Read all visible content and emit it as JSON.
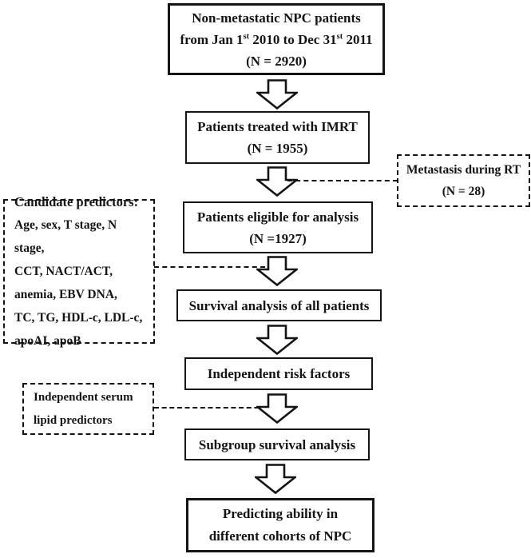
{
  "colors": {
    "stroke": "#141414",
    "background": "#ffffff",
    "text": "#141414"
  },
  "flowchart": {
    "box_source": {
      "line1": "Non-metastatic NPC patients",
      "line2_pre": "from Jan 1",
      "line2_sup1": "st",
      "line2_mid": " 2010 to Dec 31",
      "line2_sup2": "st",
      "line2_post": " 2011",
      "line3": "(N = 2920)"
    },
    "box_imrt": {
      "line1": "Patients treated with IMRT",
      "line2": "(N = 1955)"
    },
    "box_metastasis": {
      "line1": "Metastasis during RT",
      "line2": "(N = 28)"
    },
    "box_eligible": {
      "line1": "Patients eligible for analysis",
      "line2": "(N =1927)"
    },
    "box_candidate": {
      "heading": "Candidate predictors:",
      "lines": [
        "Age, sex, T stage, N stage,",
        "CCT, NACT/ACT,",
        "anemia, EBV DNA,",
        "TC, TG, HDL-c, LDL-c,",
        "apoAI, apoB"
      ]
    },
    "box_survival": {
      "line1": "Survival analysis of all patients"
    },
    "box_risk": {
      "line1": "Independent risk factors"
    },
    "box_serum": {
      "line1": "Independent serum",
      "line2": "lipid predictors"
    },
    "box_subgroup": {
      "line1": "Subgroup survival analysis"
    },
    "box_predict": {
      "line1": "Predicting ability in",
      "line2": "different cohorts of NPC"
    }
  }
}
